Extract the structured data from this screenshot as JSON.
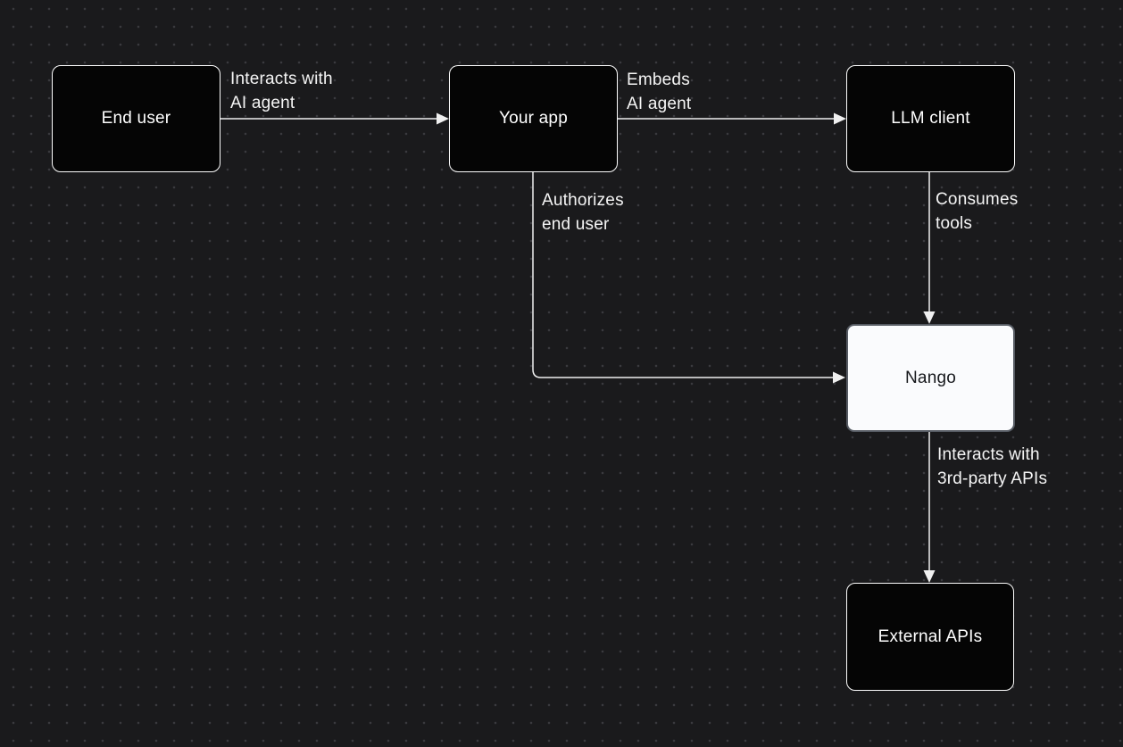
{
  "canvas": {
    "background_color": "#1a1a1c",
    "dot_color": "#3a3a3e",
    "connector_color": "#f0f0f0",
    "label_text": "#f5f5f5"
  },
  "node_colors": {
    "dark_fill": "#050505",
    "dark_border": "#fdfdfd",
    "dark_text": "#ffffff",
    "light_fill": "#fafbfd",
    "light_border": "#565b63",
    "light_text": "#16181c"
  },
  "nodes": [
    {
      "id": "end-user",
      "label": "End user",
      "variant": "dark"
    },
    {
      "id": "your-app",
      "label": "Your app",
      "variant": "dark"
    },
    {
      "id": "llm-client",
      "label": "LLM client",
      "variant": "dark"
    },
    {
      "id": "nango",
      "label": "Nango",
      "variant": "light"
    },
    {
      "id": "external-apis",
      "label": "External APIs",
      "variant": "dark"
    }
  ],
  "edges": [
    {
      "id": "end-user-to-your-app",
      "from": "End user",
      "to": "Your app",
      "label": "Interacts with\nAI agent"
    },
    {
      "id": "your-app-to-llm-client",
      "from": "Your app",
      "to": "LLM client",
      "label": "Embeds\nAI agent"
    },
    {
      "id": "your-app-to-nango",
      "from": "Your app",
      "to": "Nango",
      "label": "Authorizes\nend user"
    },
    {
      "id": "llm-client-to-nango",
      "from": "LLM client",
      "to": "Nango",
      "label": "Consumes\ntools"
    },
    {
      "id": "nango-to-external-apis",
      "from": "Nango",
      "to": "External APIs",
      "label": "Interacts with\n3rd-party APIs"
    }
  ]
}
